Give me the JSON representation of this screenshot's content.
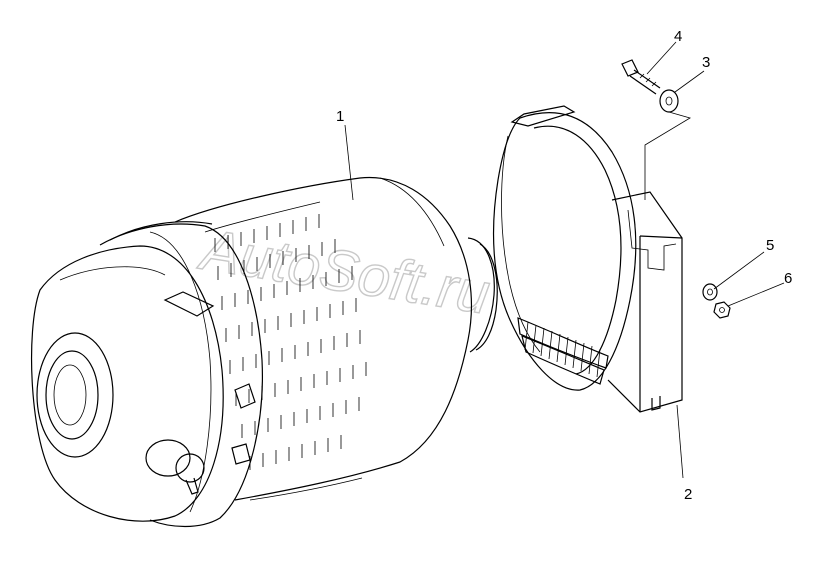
{
  "watermark": "AutoSoft.ru",
  "callouts": [
    {
      "id": "1",
      "label": "1"
    },
    {
      "id": "2",
      "label": "2"
    },
    {
      "id": "3",
      "label": "3"
    },
    {
      "id": "4",
      "label": "4"
    },
    {
      "id": "5",
      "label": "5"
    },
    {
      "id": "6",
      "label": "6"
    }
  ],
  "parts": [
    {
      "callout": "1",
      "icon": "air-filter-housing-icon"
    },
    {
      "callout": "2",
      "icon": "mounting-bracket-clamp-icon"
    },
    {
      "callout": "3",
      "icon": "washer-icon"
    },
    {
      "callout": "4",
      "icon": "bolt-icon"
    },
    {
      "callout": "5",
      "icon": "washer-icon"
    },
    {
      "callout": "6",
      "icon": "nut-icon"
    }
  ]
}
